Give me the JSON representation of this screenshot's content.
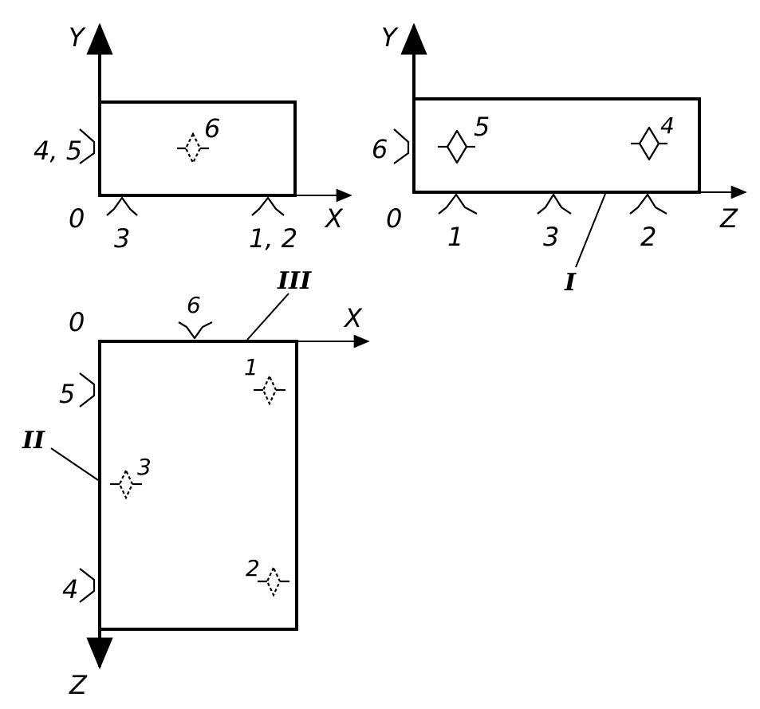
{
  "view_xy": {
    "axis_y": "Y",
    "axis_x": "X",
    "origin": "0",
    "left_support": "4, 5",
    "center_support": "6",
    "bottom_left_support": "3",
    "bottom_right_support": "1, 2"
  },
  "view_zy": {
    "axis_y": "Y",
    "axis_z": "Z",
    "origin": "0",
    "left_support": "6",
    "inner_support_left": "5",
    "inner_support_right": "4",
    "bottom_support_1": "1",
    "bottom_support_3": "3",
    "bottom_support_2": "2",
    "base_label": "I"
  },
  "view_xz": {
    "axis_x": "X",
    "axis_z": "Z",
    "origin": "0",
    "top_support": "6",
    "top_base_label": "III",
    "left_base_label": "II",
    "left_support_5": "5",
    "left_support_4": "4",
    "inner_support_1": "1",
    "inner_support_3": "3",
    "inner_support_2": "2"
  }
}
